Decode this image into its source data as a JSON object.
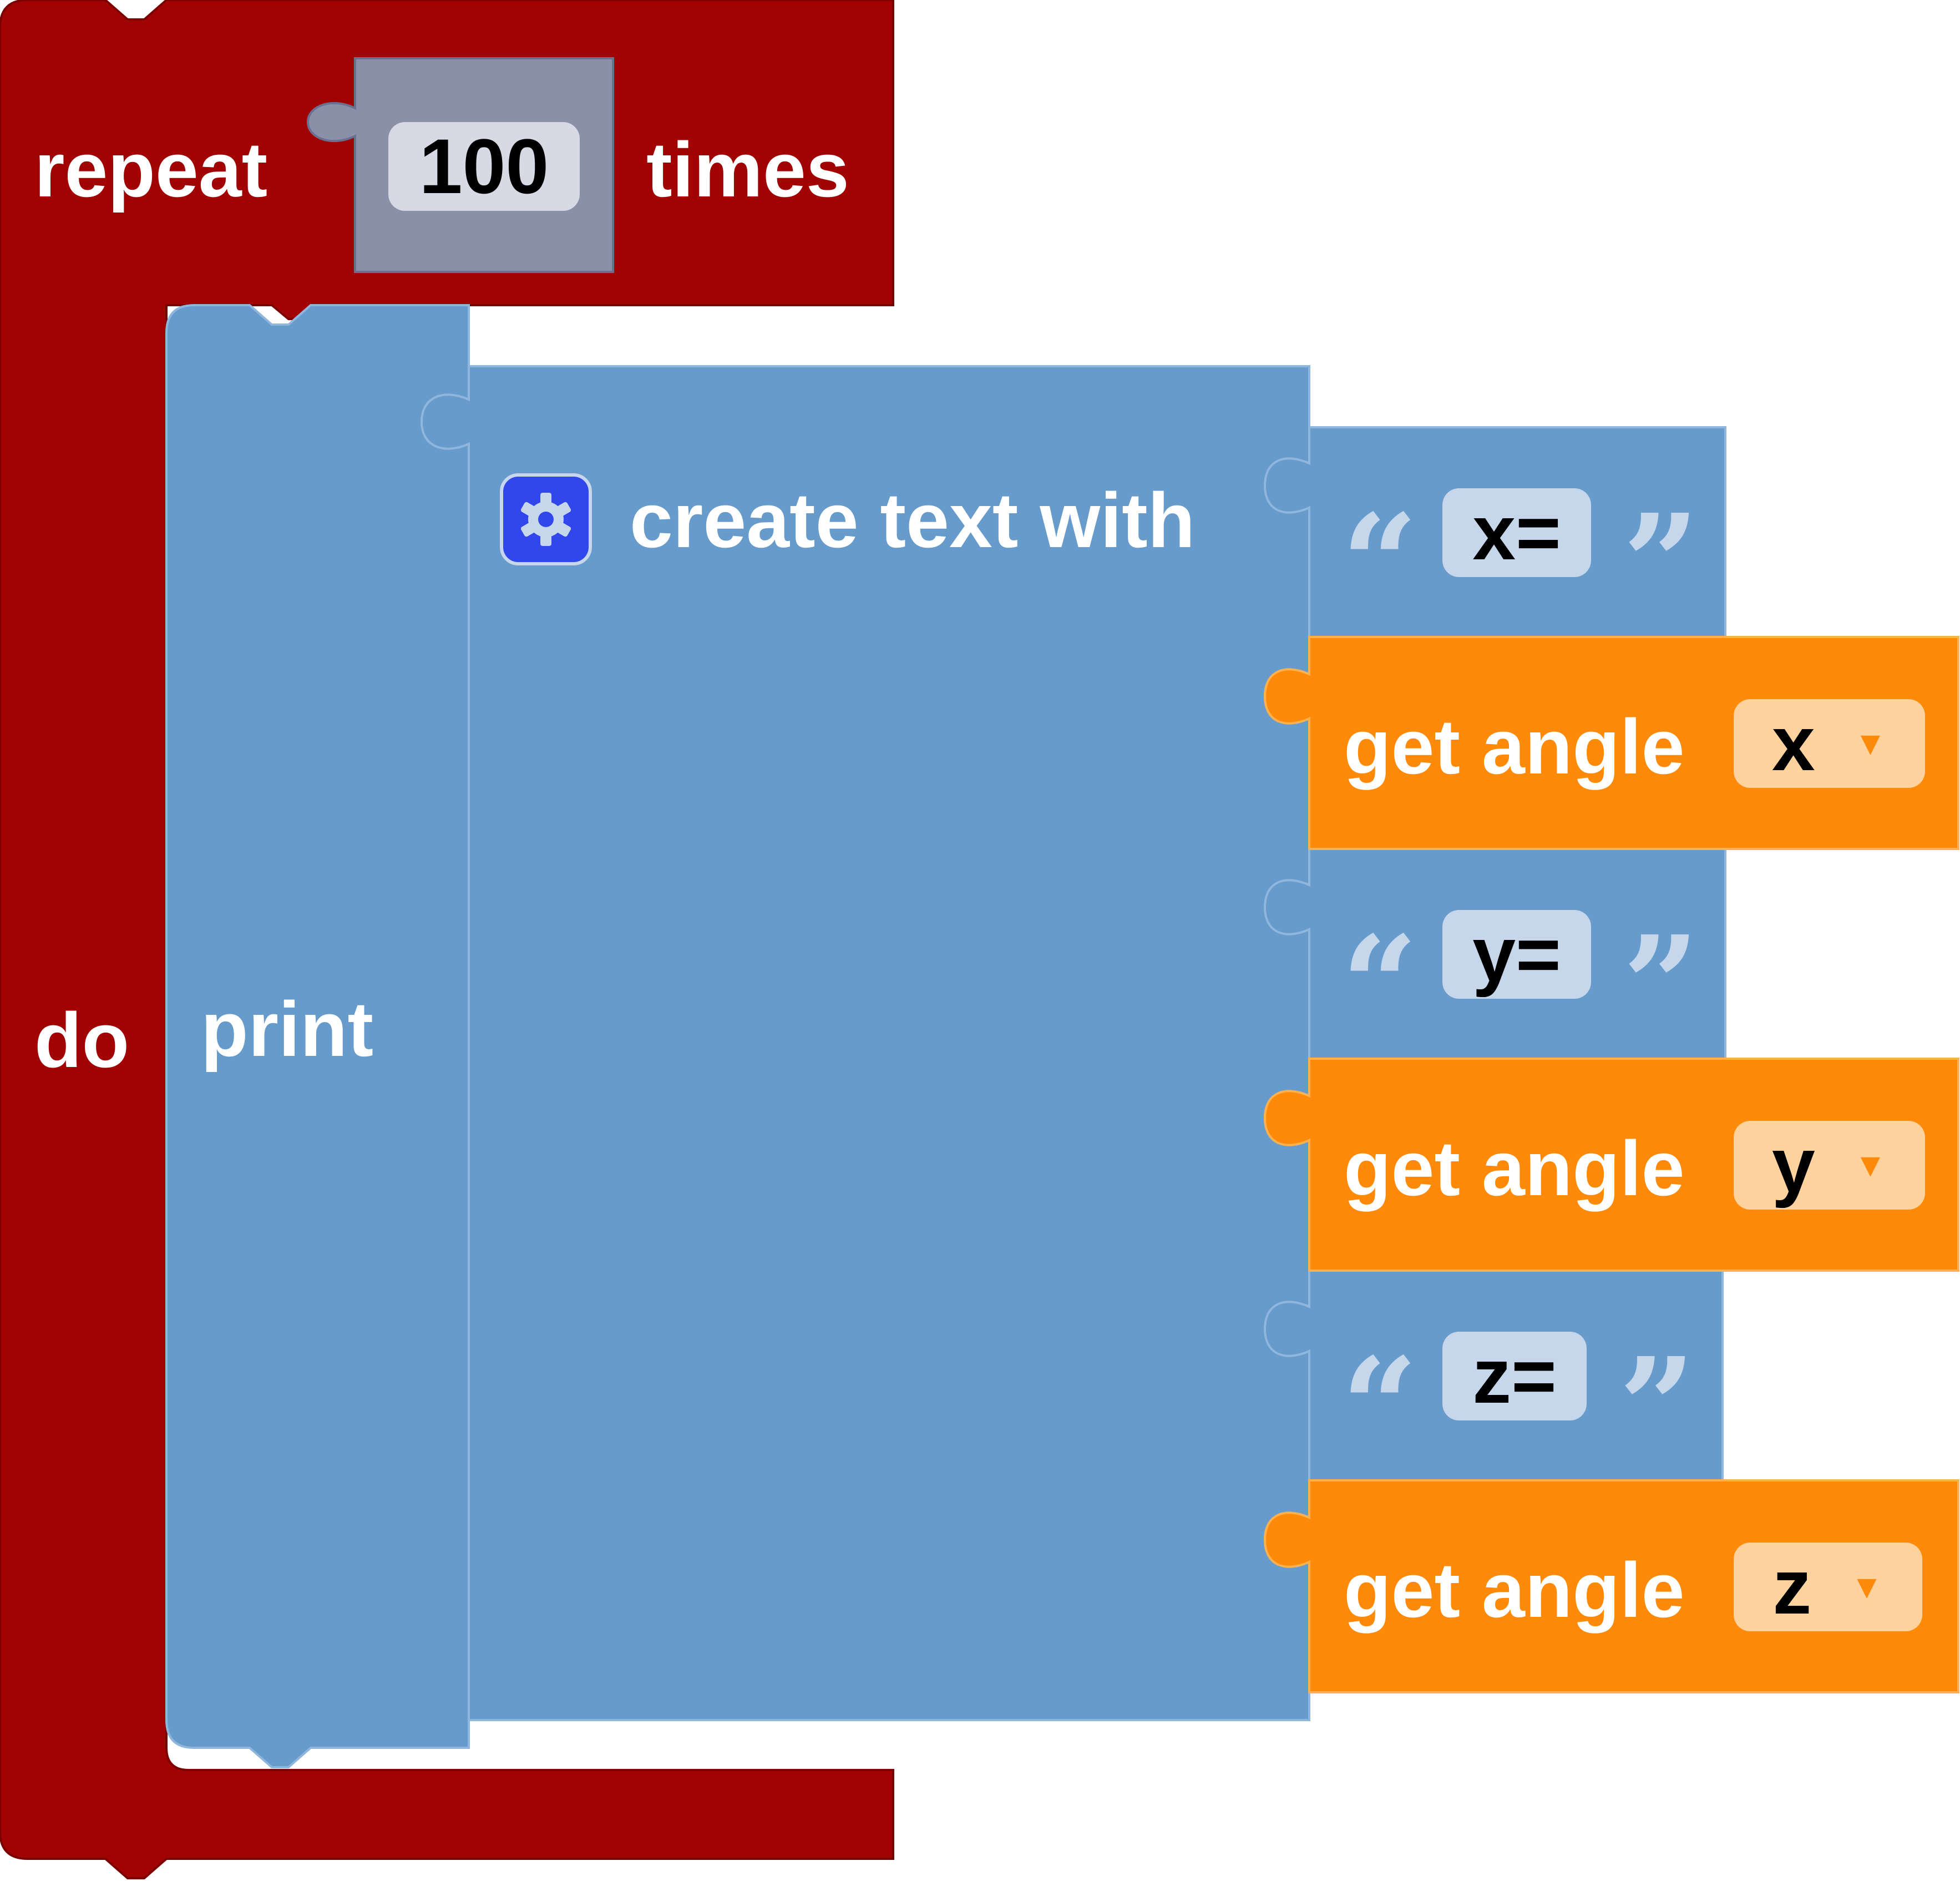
{
  "colors": {
    "loop": "#a10303",
    "text": "#679bcc",
    "math": "#8b90a9",
    "sensor": "#ff8a09",
    "gear_bg": "#2f47eb"
  },
  "repeat_block": {
    "repeat_label": "repeat",
    "count": "100",
    "times_label": "times",
    "do_label": "do"
  },
  "print_block": {
    "label": "print"
  },
  "create_text_block": {
    "label": "create text with",
    "mutator_icon": "gear-icon"
  },
  "items": [
    {
      "kind": "text",
      "open_quote": "“",
      "value": "x=",
      "close_quote": "”"
    },
    {
      "kind": "get_angle",
      "label": "get angle",
      "axis": "x",
      "dropdown_icon": "caret-down-icon",
      "caret": "▼"
    },
    {
      "kind": "text",
      "open_quote": "“",
      "value": "y=",
      "close_quote": "”"
    },
    {
      "kind": "get_angle",
      "label": "get angle",
      "axis": "y",
      "dropdown_icon": "caret-down-icon",
      "caret": "▼"
    },
    {
      "kind": "text",
      "open_quote": "“",
      "value": "z=",
      "close_quote": "”"
    },
    {
      "kind": "get_angle",
      "label": "get angle",
      "axis": "z",
      "dropdown_icon": "caret-down-icon",
      "caret": "▼"
    }
  ]
}
